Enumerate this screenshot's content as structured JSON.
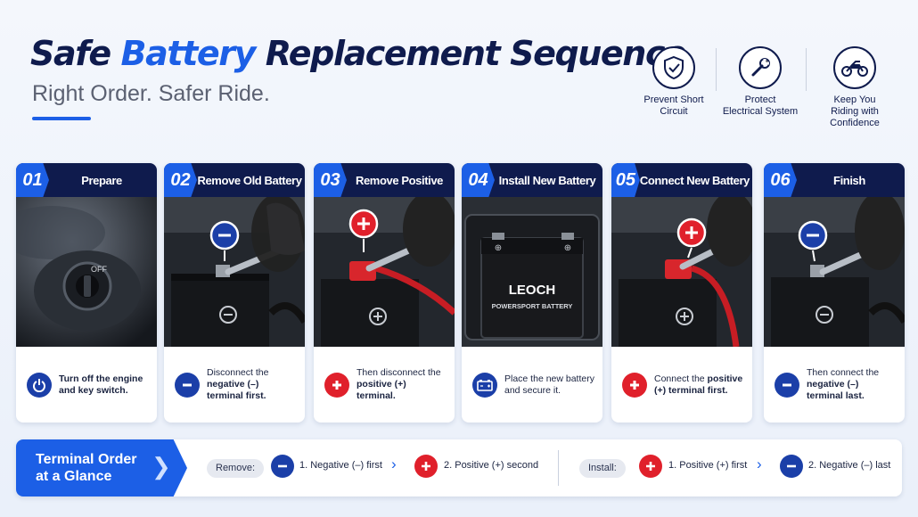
{
  "header": {
    "title_part1": "Safe ",
    "title_part2": "Battery",
    "title_part3": " Replacement Sequence",
    "subtitle": "Right Order. Safer Ride."
  },
  "benefits": [
    {
      "icon": "shield-check-icon",
      "line1": "Prevent Short",
      "line2": "Circuit"
    },
    {
      "icon": "wrench-icon",
      "line1": "Protect",
      "line2": "Electrical System"
    },
    {
      "icon": "motorcycle-icon",
      "line1": "Keep You",
      "line2": "Riding with Confidence"
    }
  ],
  "steps": [
    {
      "number": "01",
      "title": "Prepare",
      "icon": "power-icon",
      "text_plain": "",
      "text_bold": "Turn off the engine and key switch.",
      "text_after": ""
    },
    {
      "number": "02",
      "title": "Remove Old Battery",
      "icon": "minus-icon",
      "text_plain": "Disconnect the ",
      "text_bold": "negative (–) terminal first.",
      "text_after": ""
    },
    {
      "number": "03",
      "title": "Remove Positive",
      "icon": "plus-icon",
      "text_plain": "Then disconnect the ",
      "text_bold": "positive (+) terminal.",
      "text_after": ""
    },
    {
      "number": "04",
      "title": "Install New Battery",
      "icon": "battery-icon",
      "text_plain": "Place the new battery and secure it.",
      "text_bold": "",
      "text_after": ""
    },
    {
      "number": "05",
      "title": "Connect New Battery",
      "icon": "plus-icon",
      "text_plain": "Connect the ",
      "text_bold": "positive (+) terminal first.",
      "text_after": ""
    },
    {
      "number": "06",
      "title": "Finish",
      "icon": "minus-icon",
      "text_plain": "Then connect the ",
      "text_bold": "negative (–) terminal last.",
      "text_after": ""
    }
  ],
  "photo_text": {
    "key_off": "OFF",
    "brand": "LEOCH",
    "battery_label": "POWERSPORT BATTERY"
  },
  "glance": {
    "title_line1": "Terminal Order",
    "title_line2": "at a Glance",
    "remove_label": "Remove:",
    "remove_step1": "1. Negative (–) first",
    "remove_step2": "2. Positive (+) second",
    "install_label": "Install:",
    "install_step1": "1. Positive (+) first",
    "install_step2": "2. Negative (–) last"
  },
  "colors": {
    "navy": "#0f1b4d",
    "accent_blue": "#1c5fe6",
    "negative_blue": "#1b3fa8",
    "positive_red": "#e0202b"
  }
}
